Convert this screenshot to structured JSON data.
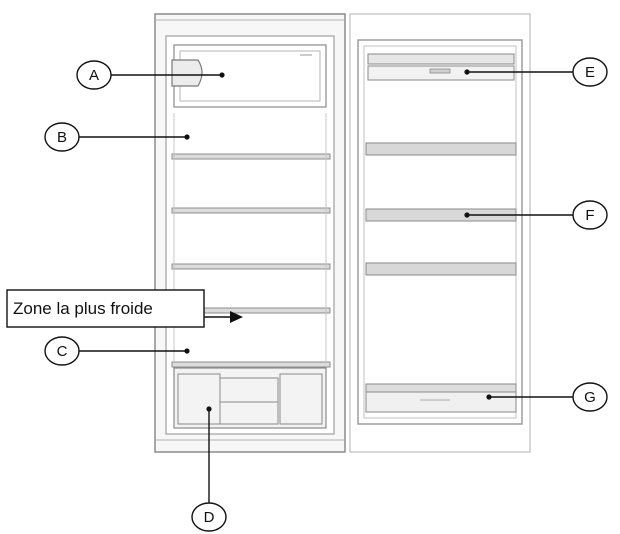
{
  "zone_label": "Zone la plus froide",
  "callouts": {
    "a": "A",
    "b": "B",
    "c": "C",
    "d": "D",
    "e": "E",
    "f": "F",
    "g": "G"
  }
}
